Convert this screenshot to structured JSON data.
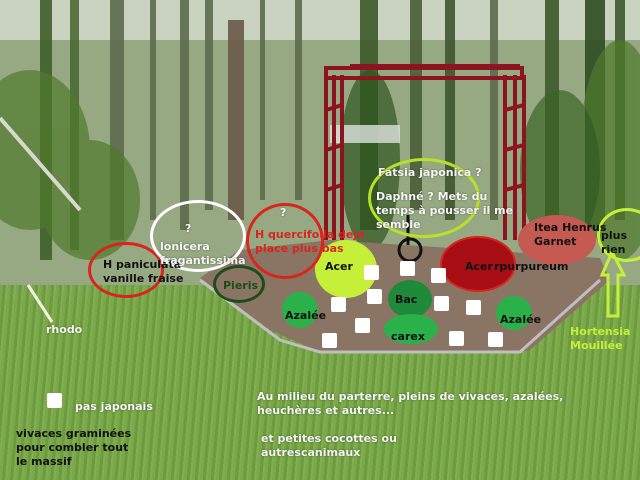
{
  "scene": {
    "description": "Garden bed planning photo with annotations",
    "colors": {
      "red_ring": "#d8261e",
      "white_ring": "#ffffff",
      "lime": "#c6ef3a",
      "dark_green": "#1f4d1a",
      "pergola": "#8c1420",
      "dark_red_blob": "#a80f14",
      "pink_blob": "#c45a52",
      "green_blob": "#2bb14a",
      "soil": "#8a7565"
    }
  },
  "labels": {
    "h_paniculata": [
      "H paniculata",
      "vanille fraise"
    ],
    "lonicera_q": "?",
    "lonicera": [
      "lonicera",
      "fragantissima"
    ],
    "quercifolia_q": "?",
    "quercifolia": [
      "H quercifolia deja",
      "place plus bas"
    ],
    "fatsia": "Fatsia japonica ?",
    "daphne": [
      "Daphné ? Mets du",
      "temps à pousser il me",
      "semble"
    ],
    "itea": [
      "Itea Henrus",
      "Garnet"
    ],
    "plus_rien": [
      "plus",
      "rien"
    ],
    "acer_left": "Acer",
    "acer_right": "Acer",
    "purpureum": "rpurpureum",
    "pieris": "Pieris",
    "azalee_left": "Azalée",
    "azalee_right": "Azalée",
    "bac": "Bac",
    "carex": "carex",
    "rhodo": "rhodo",
    "hortensia": [
      "Hortensia",
      "Mouillée"
    ],
    "pas_japonais": "pas japonais",
    "vivaces": [
      "vivaces graminées",
      "pour combler tout",
      "le massif"
    ],
    "milieu": [
      "Au milieu du parterre, pleins de vivaces, azalées,",
      "heuchères et autres..."
    ],
    "cocottes": [
      "et petites cocottes ou",
      "autrescanimaux"
    ]
  }
}
